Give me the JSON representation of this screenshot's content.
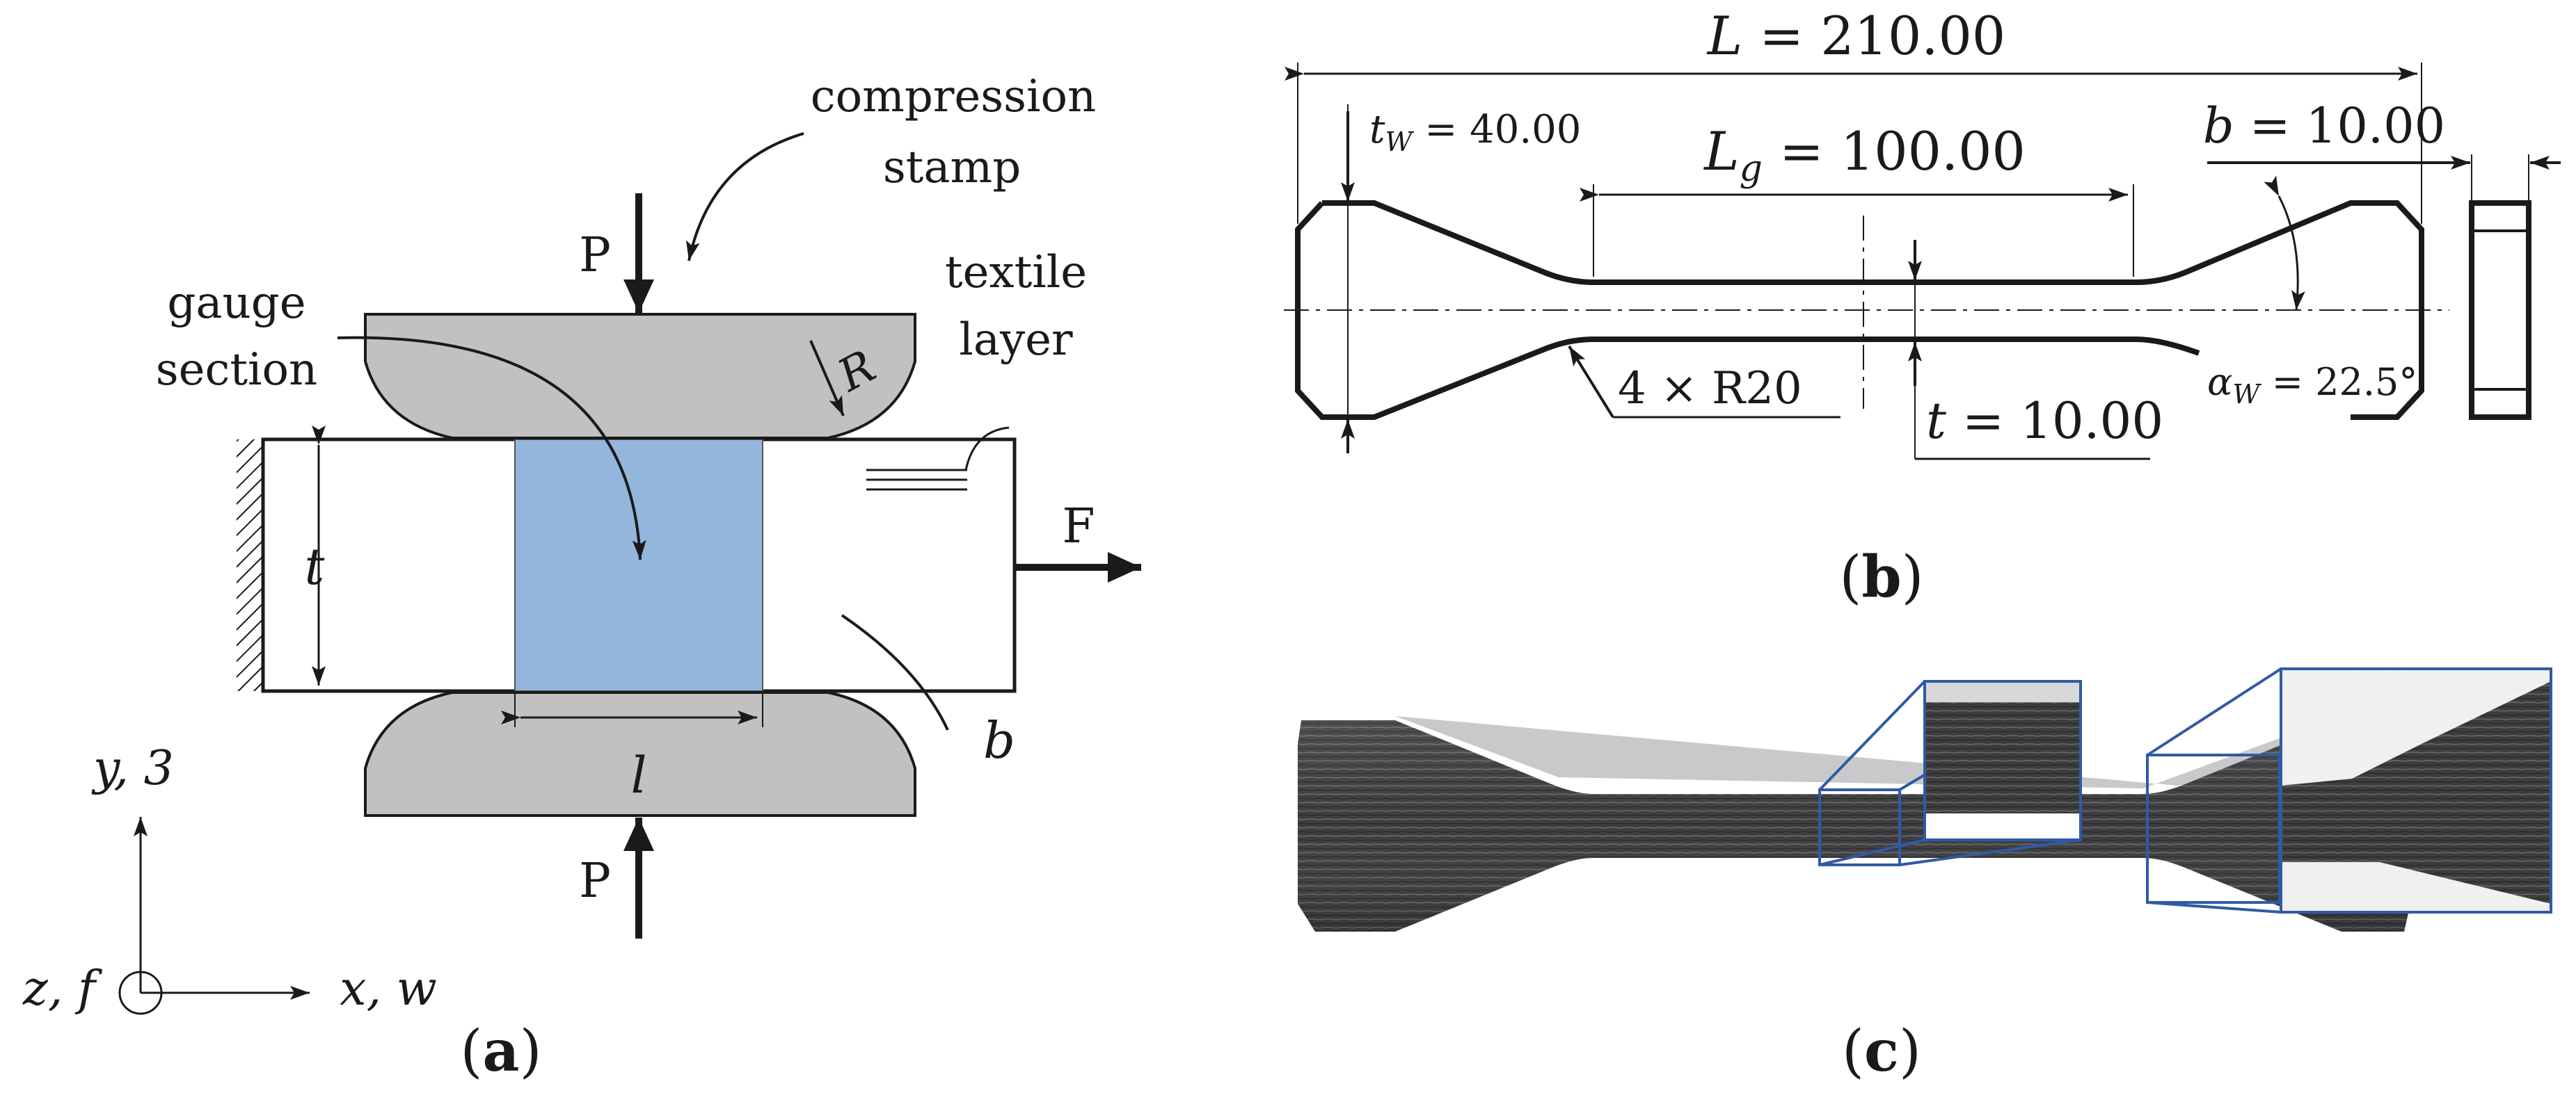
{
  "panel_a": {
    "caption_open": "(",
    "caption_letter": "a",
    "caption_close": ")",
    "stamp_label_1": "compression",
    "stamp_label_2": "stamp",
    "gauge_label_1": "gauge",
    "gauge_label_2": "section",
    "textile_label_1": "textile",
    "textile_label_2": "layer",
    "load_top": "P",
    "load_bottom": "P",
    "force": "F",
    "radius": "R",
    "thickness": "t",
    "gauge_length": "l",
    "width": "b",
    "axis_y": "y, 3",
    "axis_x": "x, w",
    "axis_z": "z, f",
    "colors": {
      "stamp": "#c1c1c1",
      "gauge": "#94b5dc"
    }
  },
  "panel_b": {
    "caption_open": "(",
    "caption_letter": "b",
    "caption_close": ")",
    "L_sym": "L",
    "L_val": " = 210.00",
    "tw_sym": "t",
    "tw_sub": "W",
    "tw_val": " = 40.00",
    "Lg_sym": "L",
    "Lg_sub": "g",
    "Lg_val": " = 100.00",
    "b_sym": "b",
    "b_val": " = 10.00",
    "radius_note": "4  ×  R20",
    "t_sym": "t",
    "t_val": " = 10.00",
    "alpha_sym": "α",
    "alpha_sub": "W",
    "alpha_val": " = 22.5°"
  },
  "panel_c": {
    "caption_open": "(",
    "caption_letter": "c",
    "caption_close": ")",
    "colors": {
      "specimen": "#3d3d3f",
      "zoom_frame": "#2f5aa6"
    }
  }
}
